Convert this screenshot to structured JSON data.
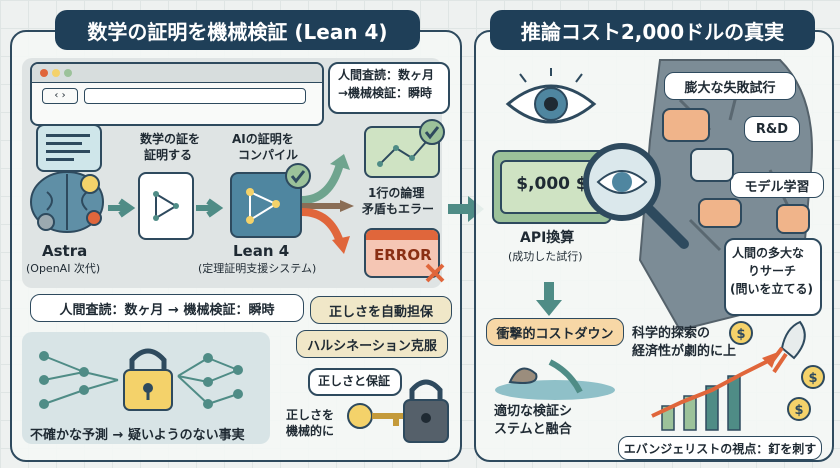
{
  "left": {
    "title": "数学の証明を機械検証 (Lean 4)",
    "astra_name": "Astra",
    "astra_sub": "(OpenAI 次代)",
    "step_prove_1": "数学の証を",
    "step_prove_2": "証明する",
    "step_compile_1": "AIの証明を",
    "step_compile_2": "コンパイル",
    "lean_name": "Lean 4",
    "lean_sub": "(定理証明支援システム)",
    "bubble_1": "人間査読：数ヶ月",
    "bubble_2": "→機械検証：瞬時",
    "error_note_1": "1行の論理",
    "error_note_2": "矛盾もエラー",
    "error_label": "ERROR",
    "compare_bar": "人間査読：数ヶ月 → 機械検証：瞬時",
    "auto_guarantee": "正しさを自動担保",
    "hallucination": "ハルシネーション克服",
    "uncertain_caption": "不確かな予測 → 疑いようのない事実",
    "proof_note": "正しさと保証",
    "mech_note_1": "正しさを",
    "mech_note_2": "機械的に"
  },
  "right": {
    "title": "推論コスト2,000ドルの真実",
    "money_label": "$,000 $",
    "api_1": "API換算",
    "api_2": "(成功した試行)",
    "trial": "膨大な失敗試行",
    "rd": "R&D",
    "model": "モデル学習",
    "human_1": "人間の多大な",
    "human_2": "りサーチ",
    "human_3": "(問いを立てる)",
    "shock": "衝撃的コストダウン",
    "science_1": "科学的探索の",
    "science_2": "経済性が劇的に上",
    "fusion_1": "適切な検証シ",
    "fusion_2": "ステムと融合",
    "evangelist": "エバンジェリストの視点：釘を刺す"
  },
  "colors": {
    "navy": "#1f3f58",
    "teal": "#4f8c86",
    "orange": "#e0663b",
    "yellow": "#f4d26a",
    "green": "#9cc29a",
    "lean_blue": "#4f86a0"
  }
}
